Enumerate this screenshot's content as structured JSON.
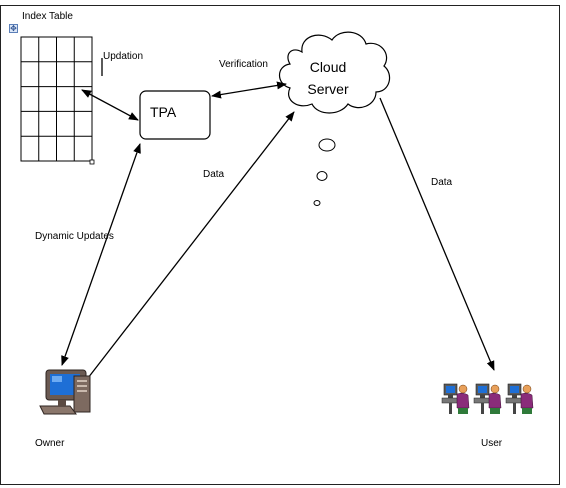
{
  "index_table": {
    "title": "Index Table",
    "rows": 5,
    "cols": 4
  },
  "nodes": {
    "tpa": "TPA",
    "cloud_line1": "Cloud",
    "cloud_line2": "Server",
    "owner": "Owner",
    "user": "User"
  },
  "edges": {
    "updation": "Updation",
    "verification": "Verification",
    "data_owner_cloud": "Data",
    "data_cloud_user": "Data",
    "dynamic_updates": "Dynamic Updates"
  },
  "icons": {
    "owner": "desktop-computer-icon",
    "user": "users-at-computers-icon",
    "move_handle": "move-handle-icon"
  },
  "colors": {
    "line": "#000000",
    "monitor_screen": "#1e6fd6",
    "person_body": "#8a2c7a",
    "person_head": "#e8a05a"
  }
}
